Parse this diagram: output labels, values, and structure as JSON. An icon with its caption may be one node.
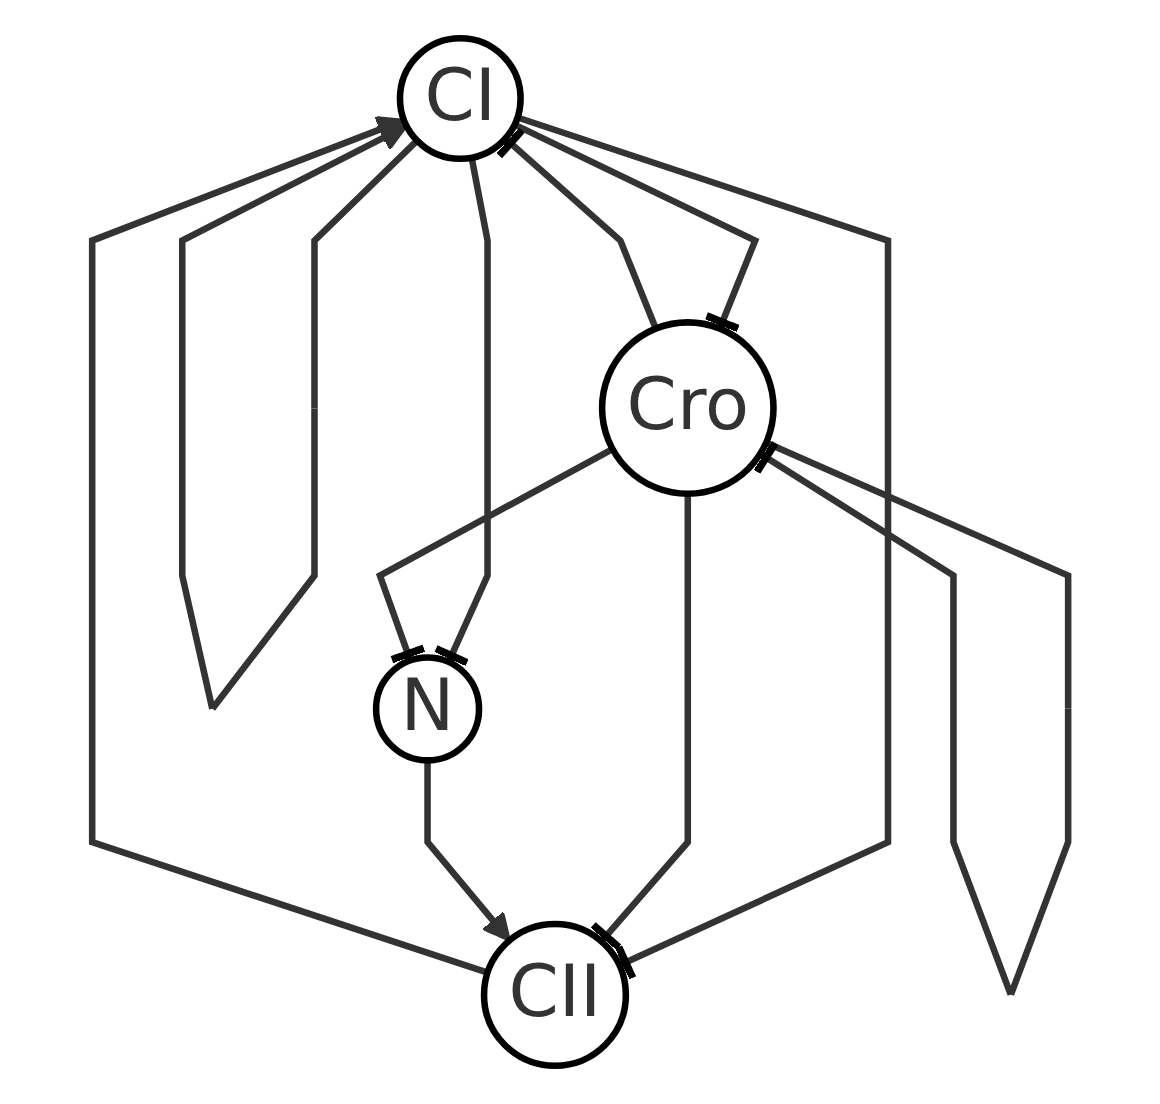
{
  "diagram": {
    "nodes": [
      {
        "text": [
          "CI"
        ]
      },
      {
        "text": [
          "Cro"
        ]
      },
      {
        "text": [
          "CII"
        ]
      },
      {
        "text": [
          "N"
        ]
      }
    ],
    "edges": [
      {
        "from": 0,
        "to": 0,
        "arrow": "to"
      },
      {
        "from": 1,
        "to": 1,
        "arrow": "other"
      },
      {
        "from": 0,
        "to": 1,
        "arrow": "other"
      },
      {
        "from": 1,
        "to": 0,
        "arrow": "other"
      },
      {
        "from": 0,
        "to": 2,
        "arrow": "other"
      },
      {
        "from": 2,
        "to": 0,
        "arrow": "to"
      },
      {
        "from": 0,
        "to": 3,
        "arrow": "other"
      },
      {
        "from": 1,
        "to": 2,
        "arrow": "other"
      },
      {
        "from": 1,
        "to": 3,
        "arrow": "other"
      },
      {
        "from": 3,
        "to": 2,
        "arrow": "to"
      }
    ]
  }
}
